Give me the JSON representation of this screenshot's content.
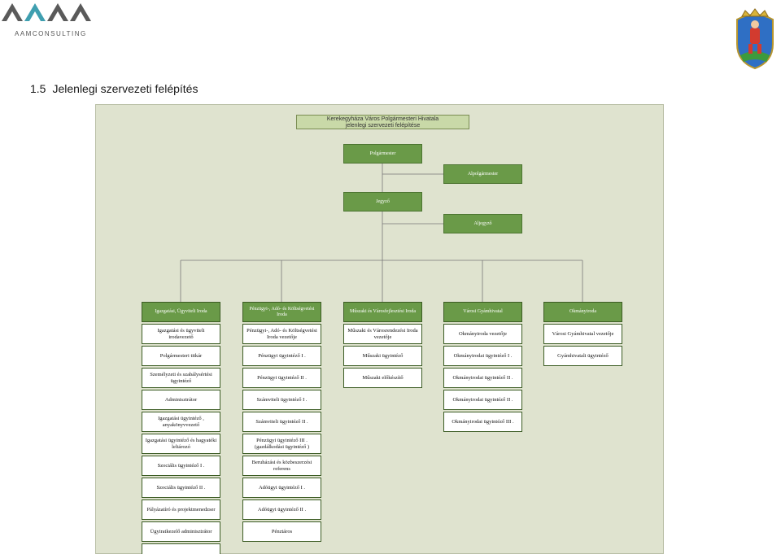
{
  "logo": {
    "brand": "AAMCONSULTING"
  },
  "section": {
    "number": "1.5",
    "title": "Jelenlegi szervezeti felépítés"
  },
  "chart": {
    "title_line1": "Kerekegyháza Város Polgármesteri Hivatala",
    "title_line2": "jelenlegi szervezeti felépítése",
    "top": {
      "mayor": "Polgármester",
      "deputy_mayor": "Alpolgármester",
      "notary": "Jegyző",
      "deputy_notary": "Aljegyző"
    },
    "departments": [
      {
        "label": "Igazgatási, Ügyviteli Iroda"
      },
      {
        "label": "Pénzügyi-, Adó- és Költségvetési Iroda"
      },
      {
        "label": "Műszaki és Városfejlesztési Iroda"
      },
      {
        "label": "Városi Gyámhivatal"
      },
      {
        "label": "Okmányiroda"
      }
    ],
    "columns": [
      [
        "Igazgatási és ügyviteli irodavezető",
        "Polgármesteri titkár",
        "Személyzeti és szabálysértési ügyintéző",
        "Adminisztrátor",
        "Igazgatási ügyintéző , anyakönyvvezető",
        "Igazgatási ügyintéző és hagyatéki leltározó",
        "Szociális ügyintéző I .",
        "Szociális ügyintéző II .",
        "Pályázatíró és projektmenedzser",
        "Ügyiratkezelő adminisztrátor"
      ],
      [
        "Pénzügyi-, Adó- és Költségvetési Iroda vezetője",
        "Pénzügyi ügyintéző I .",
        "Pénzügyi ügyintéző II .",
        "Számviteli ügyintéző I .",
        "Számviteli ügyintéző II .",
        "Pénzügyi ügyintéző III . (gazdálkodási ügyintéző )",
        "Beruházási és közbeszerzési referens",
        "Adóügyi ügyintéző I .",
        "Adóügyi ügyintéző II .",
        "Pénztáros"
      ],
      [
        "Műszaki és Városrendezési Iroda vezetője",
        "Műszaki ügyintéző",
        "Műszaki előkészítő"
      ],
      [
        "Okmányiroda vezetője",
        "Okmányirodai ügyintéző I .",
        "Okmányirodai ügyintéző II .",
        "Okmányirodai ügyintéző II .",
        "Okmányirodai ügyintéző III ."
      ],
      [
        "Városi Gyámhivatal vezetője",
        "Gyámhivatali ügyintéző"
      ]
    ]
  },
  "colors": {
    "node_fill": "#6a9a48",
    "canvas": "#dfe3cf",
    "title_fill": "#c9d9a8"
  }
}
